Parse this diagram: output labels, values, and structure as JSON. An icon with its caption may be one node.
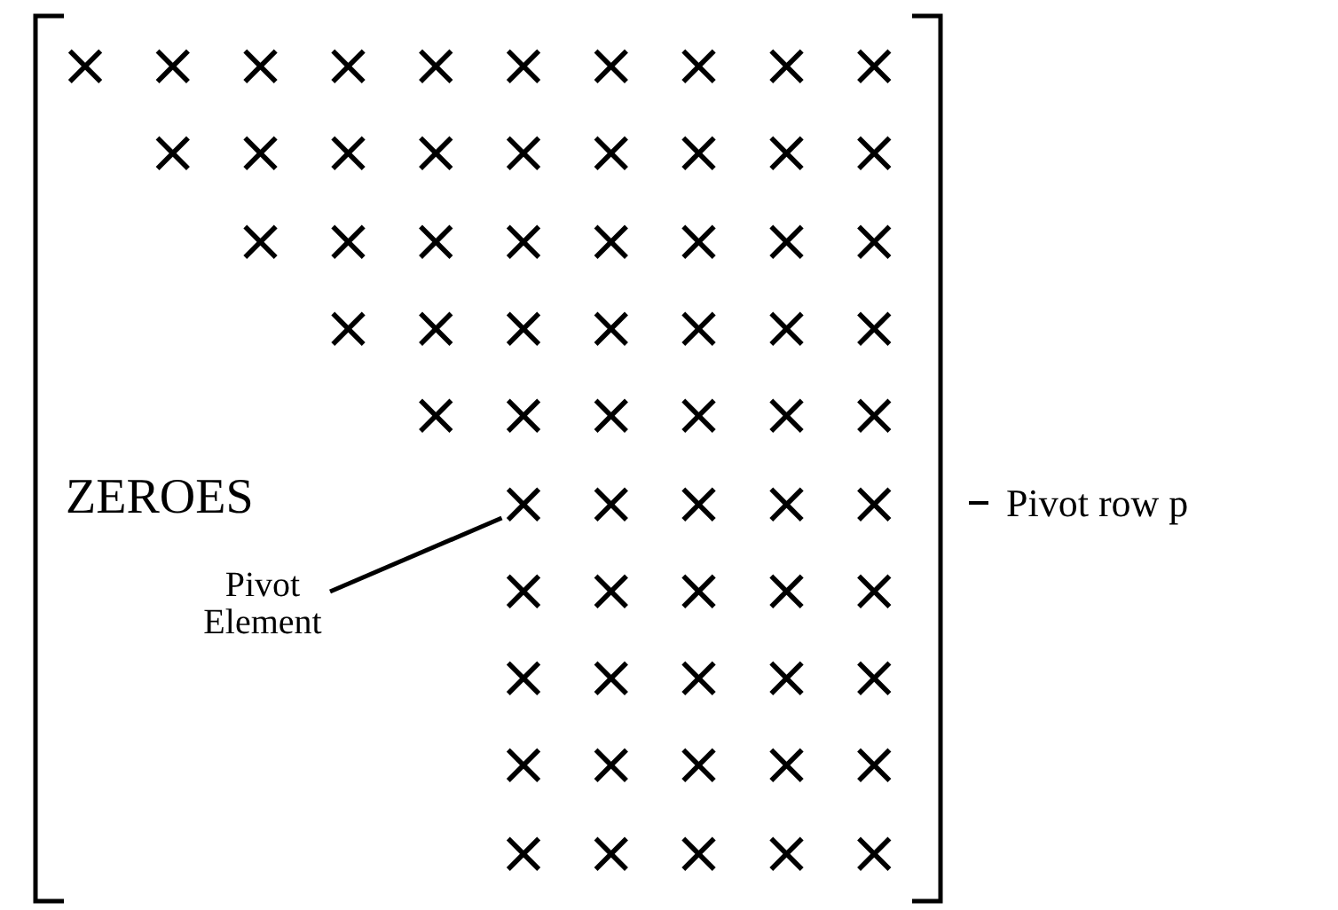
{
  "diagram": {
    "nodes": [
      {
        "text": [
          "Pivot Element"
        ]
      },
      {
        "text": [
          "×"
        ]
      }
    ],
    "edges": [
      {
        "from": 0,
        "to": 1,
        "arrow": "none"
      }
    ],
    "labels": [
      "×",
      "×",
      "×",
      "×",
      "×",
      "×",
      "×",
      "×",
      "×",
      "×",
      "×",
      "×",
      "×",
      "×",
      "×",
      "×",
      "×",
      "×",
      "×",
      "×",
      "×",
      "×",
      "×",
      "×",
      "×",
      "×",
      "×",
      "×",
      "×",
      "×",
      "×",
      "×",
      "×",
      "×",
      "×",
      "×",
      "×",
      "×",
      "×",
      "×",
      "ZEROES",
      "×",
      "×",
      "×",
      "×",
      "Pivot row p",
      "×",
      "×",
      "×",
      "×",
      "×",
      "×",
      "×",
      "×",
      "×",
      "×",
      "×",
      "×",
      "×",
      "×",
      "×",
      "×",
      "×",
      "×",
      "×",
      "×"
    ]
  }
}
